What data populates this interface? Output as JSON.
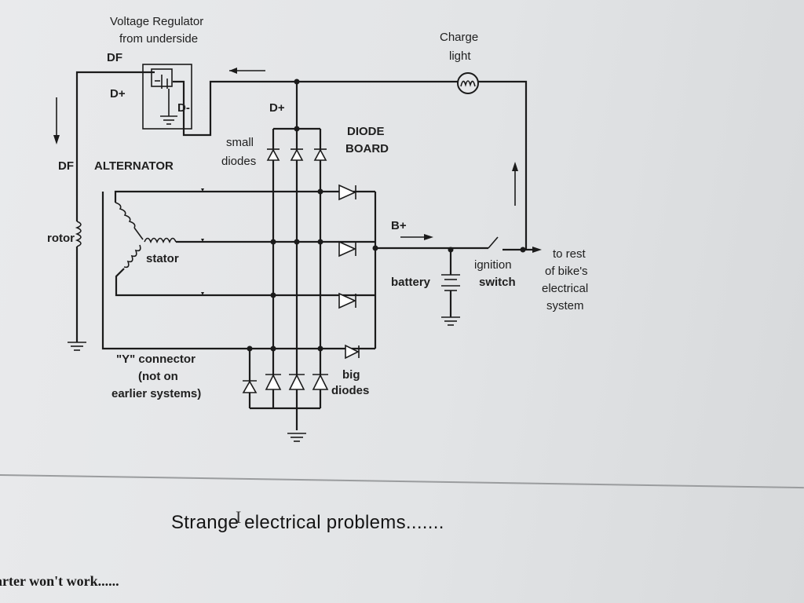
{
  "diagram": {
    "labels": {
      "voltage_regulator": "Voltage Regulator",
      "from_underside": "from underside",
      "df_top": "DF",
      "d_plus_reg": "D+",
      "d_minus": "D-",
      "d_plus_board": "D+",
      "small": "small",
      "diodes_small": "diodes",
      "diode": "DIODE",
      "board": "BOARD",
      "charge": "Charge",
      "light": "light",
      "df_left": "DF",
      "alternator": "ALTERNATOR",
      "rotor": "rotor",
      "stator": "stator",
      "b_plus": "B+",
      "battery": "battery",
      "ignition": "ignition",
      "switch": "switch",
      "to_rest": "to rest",
      "of_bikes": "of bike's",
      "electrical": "electrical",
      "system": "system",
      "y_connector": "\"Y\" connector",
      "not_on": "(not on",
      "earlier_systems": "earlier systems)",
      "big": "big",
      "diodes_big": "diodes"
    }
  },
  "page": {
    "section_heading": "Strange electrical problems.......",
    "cursor_glyph": "I",
    "body_line": "arter won't work......"
  }
}
